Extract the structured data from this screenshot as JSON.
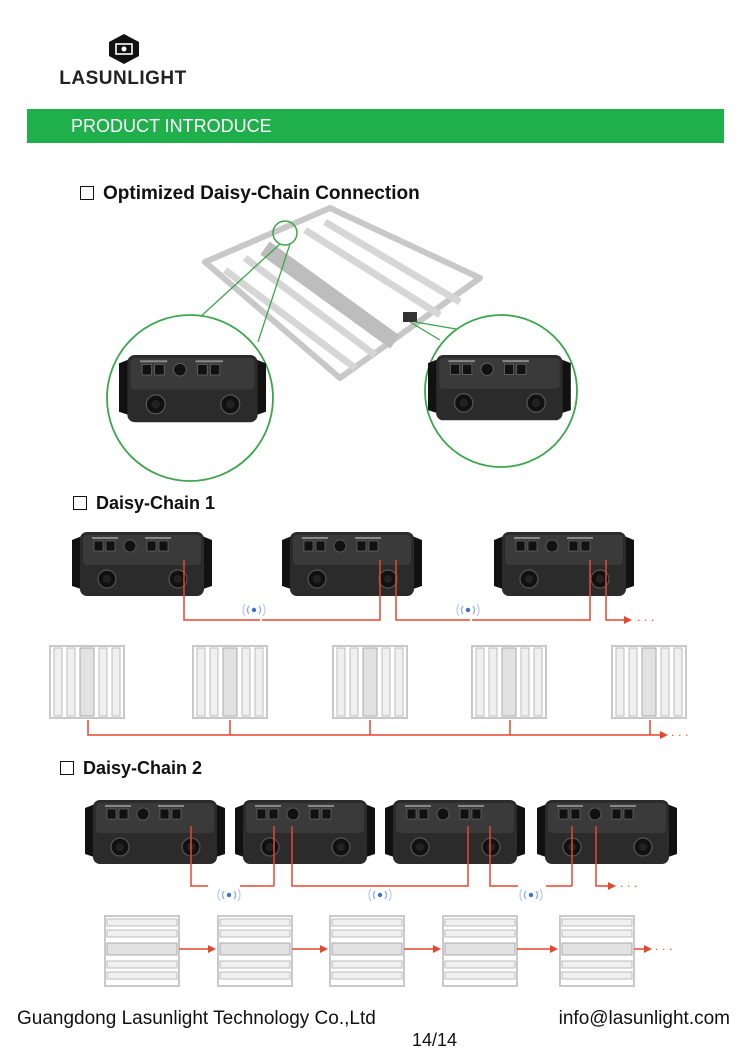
{
  "header": {
    "logo_text": "LASUNLIGHT",
    "banner_text": "PRODUCT INTRODUCE",
    "banner_color": "#1faf4b"
  },
  "sections": [
    {
      "heading": "Optimized Daisy-Chain Connection"
    },
    {
      "heading": "Daisy-Chain 1"
    },
    {
      "heading": "Daisy-Chain 2"
    }
  ],
  "footer": {
    "company": "Guangdong Lasunlight Technology Co.,Ltd",
    "email": "info@lasunlight.com",
    "page": "14/14"
  },
  "colors": {
    "chain_line": "#e8472f",
    "circle_outline": "#3aa64a",
    "driver_body": "#2a2a2a",
    "fixture_frame": "#c9c9c9"
  }
}
